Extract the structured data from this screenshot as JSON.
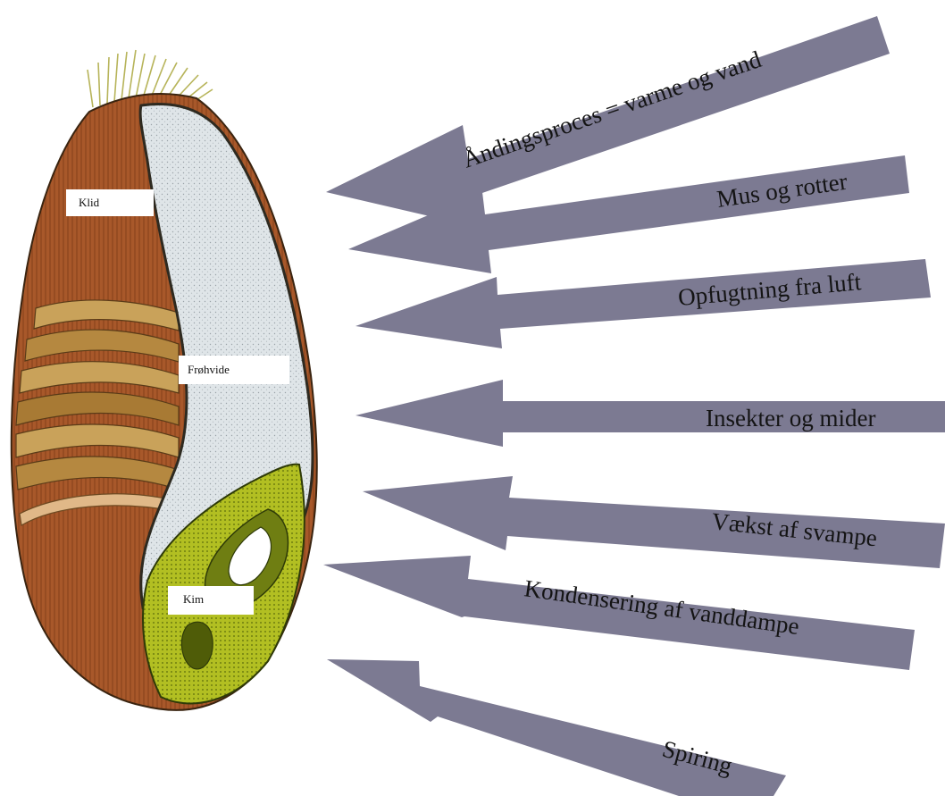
{
  "colors": {
    "arrow": "#7c7a92",
    "bran": "#a8582a",
    "endosperm": "#dde3e6",
    "germ": "#a4b21c"
  },
  "grain": {
    "labels": {
      "bran": "Klid",
      "endosperm": "Frøhvide",
      "germ": "Kim"
    }
  },
  "arrows": [
    {
      "id": "respiration",
      "text": "Åndingsproces = varme og vand"
    },
    {
      "id": "rodents",
      "text": "Mus og rotter"
    },
    {
      "id": "humidity",
      "text": "Opfugtning fra luft"
    },
    {
      "id": "insects",
      "text": "Insekter og mider"
    },
    {
      "id": "fungi",
      "text": "Vækst af svampe"
    },
    {
      "id": "condensation",
      "text": "Kondensering af vanddampe"
    },
    {
      "id": "germination",
      "text": "Spiring"
    }
  ]
}
